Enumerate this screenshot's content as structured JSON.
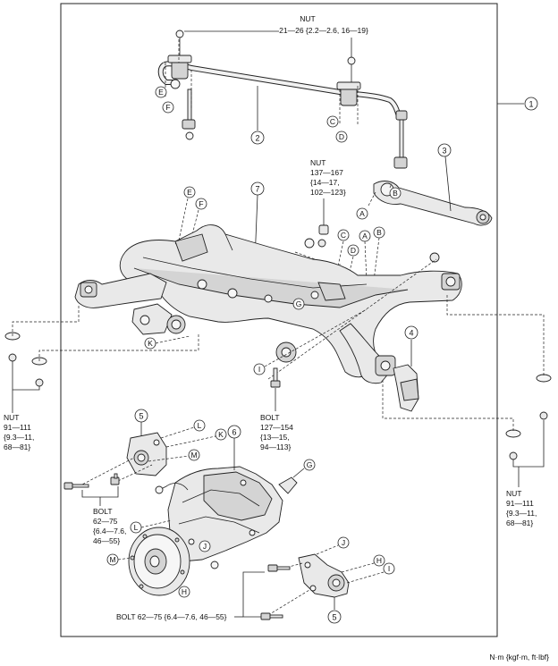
{
  "callouts": {
    "c1": "1",
    "c2": "2",
    "c3": "3",
    "c4": "4",
    "c5a": "5",
    "c5b": "5",
    "c6": "6",
    "c7": "7"
  },
  "letters": {
    "A1": "A",
    "A2": "A",
    "B1": "B",
    "B2": "B",
    "C1": "C",
    "C2": "C",
    "D1": "D",
    "D2": "D",
    "E1": "E",
    "E2": "E",
    "F1": "F",
    "F2": "F",
    "G1": "G",
    "G2": "G",
    "H1": "H",
    "H2": "H",
    "I1": "I",
    "I2": "I",
    "J1": "J",
    "J2": "J",
    "K1": "K",
    "K2": "K",
    "L1": "L",
    "L2": "L",
    "M1": "M",
    "M2": "M"
  },
  "specs": {
    "nut_top": {
      "title": "NUT",
      "value": "21—26 {2.2—2.6, 16—19}"
    },
    "nut_mid": {
      "title": "NUT",
      "line1": "137—167",
      "line2": "{14—17,",
      "line3": "102—123}"
    },
    "nut_left": {
      "title": "NUT",
      "line1": "91—111",
      "line2": "{9.3—11,",
      "line3": "68—81}"
    },
    "nut_right": {
      "title": "NUT",
      "line1": "91—111",
      "line2": "{9.3—11,",
      "line3": "68—81}"
    },
    "bolt_mid": {
      "title": "BOLT",
      "line1": "127—154",
      "line2": "{13—15,",
      "line3": "94—113}"
    },
    "bolt_left": {
      "title": "BOLT",
      "line1": "62—75",
      "line2": "{6.4—7.6,",
      "line3": "46—55}"
    },
    "bolt_bottom": {
      "text": "BOLT 62—75 {6.4—7.6, 46—55}"
    }
  },
  "units_note": "N·m {kgf·m, ft·lbf}"
}
